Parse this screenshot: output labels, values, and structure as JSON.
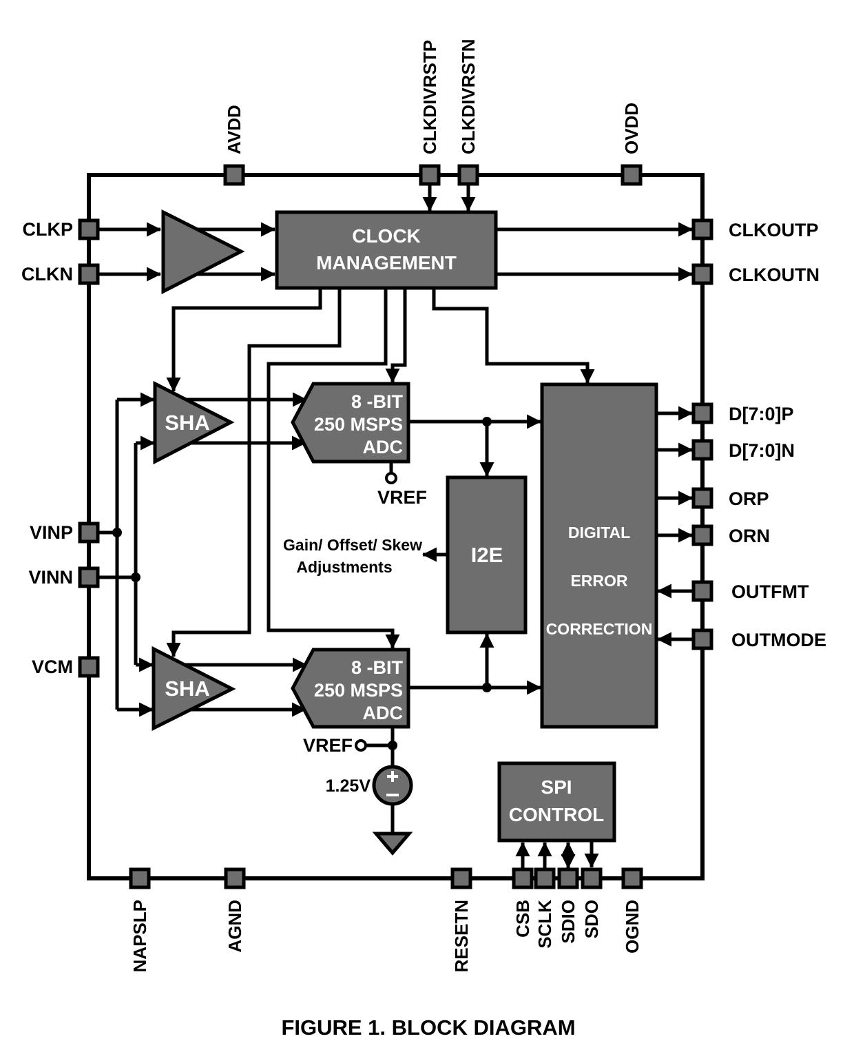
{
  "caption": "FIGURE 1.  BLOCK DIAGRAM",
  "colors": {
    "block_fill": "#6e6e6e",
    "line_color": "#000000",
    "label_color": "#000000",
    "block_text": "#ffffff",
    "page_bg": "#ffffff"
  },
  "blocks": {
    "clock_management": {
      "lines": [
        "CLOCK",
        "MANAGEMENT"
      ]
    },
    "sha_top": {
      "label": "SHA"
    },
    "sha_bottom": {
      "label": "SHA"
    },
    "adc_top": {
      "lines": [
        "8 -BIT",
        "250 MSPS",
        "ADC"
      ]
    },
    "adc_bottom": {
      "lines": [
        "8 -BIT",
        "250 MSPS",
        "ADC"
      ]
    },
    "i2e": {
      "label": "I2E"
    },
    "digital_error_correction": {
      "lines": [
        "DIGITAL",
        "ERROR",
        "CORRECTION"
      ]
    },
    "spi_control": {
      "lines": [
        "SPI",
        "CONTROL"
      ]
    }
  },
  "pins": {
    "top": [
      {
        "label": "AVDD"
      },
      {
        "label": "CLKDIVRSTP"
      },
      {
        "label": "CLKDIVRSTN"
      },
      {
        "label": "OVDD"
      }
    ],
    "left": [
      {
        "label": "CLKP"
      },
      {
        "label": "CLKN"
      },
      {
        "label": "VINP"
      },
      {
        "label": "VINN"
      },
      {
        "label": "VCM"
      }
    ],
    "right": [
      {
        "label": "CLKOUTP"
      },
      {
        "label": "CLKOUTN"
      },
      {
        "label": "D[7:0]P"
      },
      {
        "label": "D[7:0]N"
      },
      {
        "label": "ORP"
      },
      {
        "label": "ORN"
      },
      {
        "label": "OUTFMT"
      },
      {
        "label": "OUTMODE"
      }
    ],
    "bottom": [
      {
        "label": "NAPSLP"
      },
      {
        "label": "AGND"
      },
      {
        "label": "RESETN"
      },
      {
        "label": "CSB"
      },
      {
        "label": "SCLK"
      },
      {
        "label": "SDIO"
      },
      {
        "label": "SDO"
      },
      {
        "label": "OGND"
      }
    ]
  },
  "annotations": {
    "vref_top": "VREF",
    "vref_bottom": "VREF",
    "source_value": "1.25V",
    "adjustments": {
      "lines": [
        "Gain/ Offset/ Skew",
        "Adjustments"
      ]
    }
  }
}
